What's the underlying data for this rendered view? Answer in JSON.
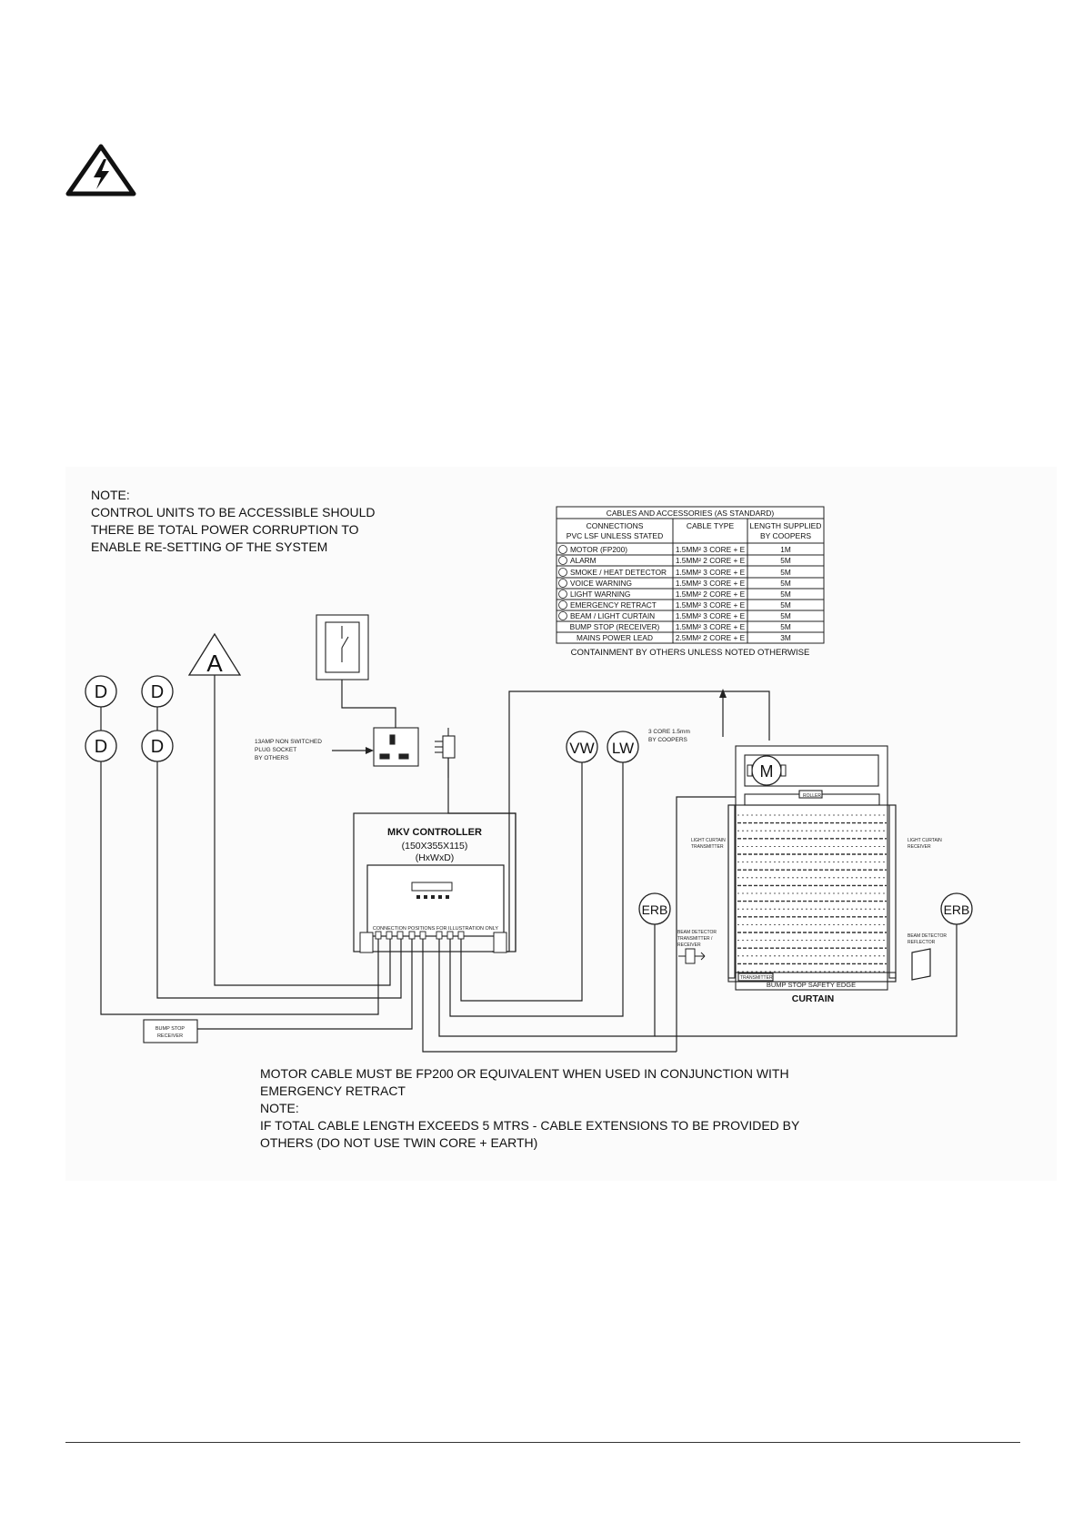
{
  "warning_icon": "high-voltage-warning-icon",
  "top_note": {
    "lines": [
      "NOTE:",
      "CONTROL UNITS TO BE ACCESSIBLE SHOULD",
      "THERE BE TOTAL POWER CORRUPTION TO",
      "ENABLE RE-SETTING OF THE SYSTEM"
    ]
  },
  "cable_table": {
    "title": "CABLES AND ACCESSORIES (AS STANDARD)",
    "headers": [
      "CONNECTIONS\nPVC LSF UNLESS STATED",
      "CABLE TYPE",
      "LENGTH SUPPLIED\nBY COOPERS"
    ],
    "rows": [
      {
        "connection": "MOTOR (FP200)",
        "icon": "motor-symbol-icon",
        "cable": "1.5MM² 3 CORE + E",
        "length": "1M"
      },
      {
        "connection": "ALARM",
        "icon": "alarm-symbol-icon",
        "cable": "1.5MM² 2 CORE + E",
        "length": "5M"
      },
      {
        "connection": "SMOKE / HEAT DETECTOR",
        "icon": "detector-symbol-icon",
        "cable": "1.5MM² 3 CORE + E",
        "length": "5M"
      },
      {
        "connection": "VOICE WARNING",
        "icon": "voice-warning-symbol-icon",
        "cable": "1.5MM² 3 CORE + E",
        "length": "5M"
      },
      {
        "connection": "LIGHT WARNING",
        "icon": "light-warning-symbol-icon",
        "cable": "1.5MM² 2 CORE + E",
        "length": "5M"
      },
      {
        "connection": "EMERGENCY RETRACT",
        "icon": "emergency-retract-symbol-icon",
        "cable": "1.5MM² 3 CORE + E",
        "length": "5M"
      },
      {
        "connection": "BEAM / LIGHT CURTAIN",
        "icon": "beam-symbol-icon",
        "cable": "1.5MM² 3 CORE + E",
        "length": "5M"
      },
      {
        "connection": "BUMP STOP (RECEIVER)",
        "icon": "",
        "cable": "1.5MM² 3 CORE + E",
        "length": "5M"
      },
      {
        "connection": "MAINS POWER LEAD",
        "icon": "",
        "cable": "2.5MM² 2 CORE + E",
        "length": "3M"
      }
    ],
    "footer": "CONTAINMENT BY OTHERS UNLESS NOTED OTHERWISE"
  },
  "symbols": {
    "detector": "D",
    "alarm": "A",
    "voice_warning": "VW",
    "light_warning": "LW",
    "motor": "M",
    "emergency_retract": "ERB"
  },
  "labels": {
    "plug_socket": [
      "13AMP NON SWITCHED",
      "PLUG SOCKET",
      "BY OTHERS"
    ],
    "cable_spec": [
      "3 CORE 1.5mm",
      "BY COOPERS"
    ],
    "controller_title": "MKV CONTROLLER",
    "controller_dims": "(150X355X115)",
    "controller_dims_key": "(HxWxD)",
    "controller_connections": "CONNECTION POSITIONS FOR ILLUSTRATION ONLY",
    "light_curtain_transmitter": [
      "LIGHT CURTAIN",
      "TRANSMITTER"
    ],
    "light_curtain_receiver": [
      "LIGHT CURTAIN",
      "RECEIVER"
    ],
    "beam_detector_transmitter": [
      "BEAM DETECTOR",
      "TRANSMITTER /",
      "RECEIVER"
    ],
    "beam_detector_reflector": [
      "BEAM DETECTOR",
      "REFLECTOR"
    ],
    "transmitter": "TRANSMITTER",
    "bump_stop_edge": "BUMP STOP SAFETY EDGE",
    "curtain": "CURTAIN",
    "bump_stop_receiver": [
      "BUMP STOP",
      "RECEIVER"
    ],
    "roller_tag": "ROLLER"
  },
  "bottom_note": {
    "lines": [
      "MOTOR CABLE MUST BE FP200 OR EQUIVALENT WHEN USED IN CONJUNCTION WITH",
      "EMERGENCY RETRACT",
      "NOTE:",
      "IF TOTAL CABLE LENGTH EXCEEDS 5 MTRS - CABLE EXTENSIONS TO BE PROVIDED BY",
      "OTHERS (DO NOT USE TWIN CORE + EARTH)"
    ]
  }
}
